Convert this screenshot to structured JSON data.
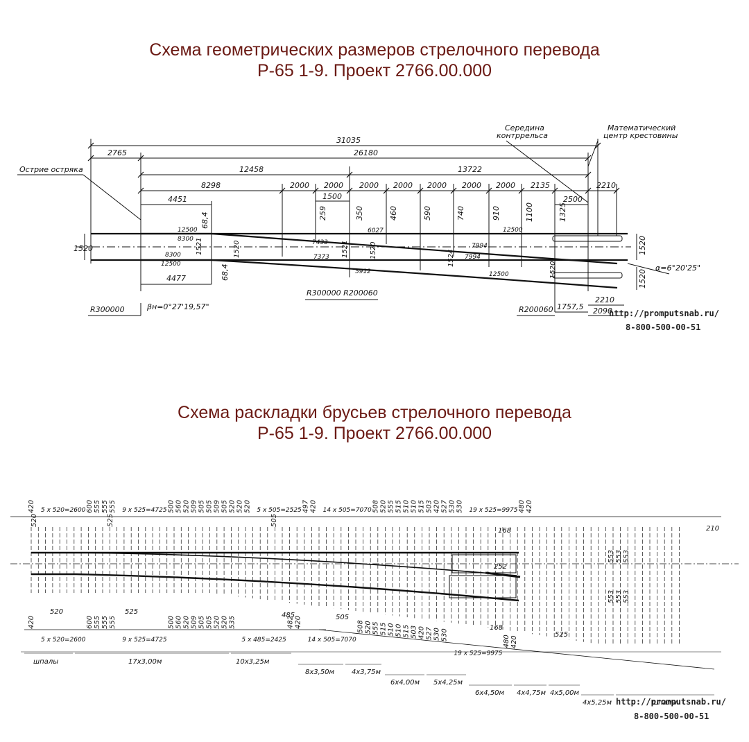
{
  "top": {
    "title_line1": "Схема геометрических размеров стрелочного перевода",
    "title_line2": "Р-65 1-9. Проект 2766.00.000",
    "labels": {
      "ostrie": "Острие остряка",
      "seredina": "Середина",
      "kontrrelsa": "контррельса",
      "matem": "Математический",
      "centr": "центр крестовины",
      "alpha": "α=6°20'25\"",
      "beta": "βн=0°27'19,57\"",
      "r300000": "R300000",
      "r300000_r200060": "R300000 R200060",
      "r200060": "R200060"
    },
    "row1": {
      "total": "31035"
    },
    "row2": {
      "a": "2765",
      "b": "26180"
    },
    "row3": {
      "a": "12458",
      "b": "13722"
    },
    "row4": [
      "8298",
      "2000",
      "2000",
      "2000",
      "2000",
      "2000",
      "2000",
      "2000",
      "2135",
      "2210"
    ],
    "row5": {
      "a": "4451",
      "b": "1500",
      "c": "2500"
    },
    "verticals": [
      "68,4",
      "259",
      "350",
      "460",
      "590",
      "740",
      "910",
      "1100",
      "1325"
    ],
    "inner": [
      "12500",
      "8300",
      "8300",
      "12500",
      "7433",
      "7373",
      "6027",
      "5912",
      "7994",
      "7994",
      "12500",
      "12500",
      "1521",
      "1520",
      "1521",
      "1520",
      "1524",
      "1520"
    ],
    "gauge": [
      "1520",
      "1520",
      "1520"
    ],
    "bottom": {
      "a": "4477",
      "b": "68,4",
      "c": "1757,5",
      "d": "2210",
      "e": "2090"
    },
    "site": "http://promputsnab.ru/",
    "phone": "8-800-500-00-51"
  },
  "bottom": {
    "title_line1": "Схема раскладки брусьев стрелочного перевода",
    "title_line2": "Р-65 1-9. Проект 2766.00.000",
    "top_dims": [
      "420",
      "5 x 520=2600",
      "600",
      "555",
      "555",
      "555",
      "9 x 525=4725",
      "500",
      "560",
      "520",
      "509",
      "505",
      "505",
      "509",
      "505",
      "520",
      "520",
      "520",
      "5 x 505=2525",
      "497",
      "420",
      "14 x 505=7070",
      "508",
      "520",
      "555",
      "515",
      "510",
      "510",
      "515",
      "503",
      "420",
      "527",
      "530",
      "530",
      "19 x 525=9975",
      "480",
      "420"
    ],
    "mid_dims": [
      "520",
      "525",
      "505",
      "168",
      "252",
      "553",
      "553",
      "553",
      "553",
      "553",
      "553",
      "210"
    ],
    "low_dims": [
      "520",
      "525",
      "485",
      "505",
      "168",
      "525"
    ],
    "bottom_dims": [
      "420",
      "5 x 520=2600",
      "600",
      "555",
      "555",
      "555",
      "9 x 525=4725",
      "500",
      "560",
      "520",
      "509",
      "505",
      "505",
      "520",
      "520",
      "535",
      "5 x 485=2425",
      "482",
      "420",
      "14 x 505=7070",
      "508",
      "520",
      "555",
      "515",
      "510",
      "510",
      "515",
      "503",
      "420",
      "527",
      "530",
      "530",
      "19 x 525=9975",
      "480",
      "420"
    ],
    "groups": [
      "шпалы",
      "17x3,00м",
      "10x3,25м",
      "8x3,50м",
      "4x3,75м",
      "6x4,00м",
      "5x4,25м",
      "6x4,50м",
      "4x4,75м",
      "4x5,00м",
      "4x5,25м",
      "шпалы"
    ],
    "site": "http://promputsnab.ru/",
    "phone": "8-800-500-00-51"
  }
}
